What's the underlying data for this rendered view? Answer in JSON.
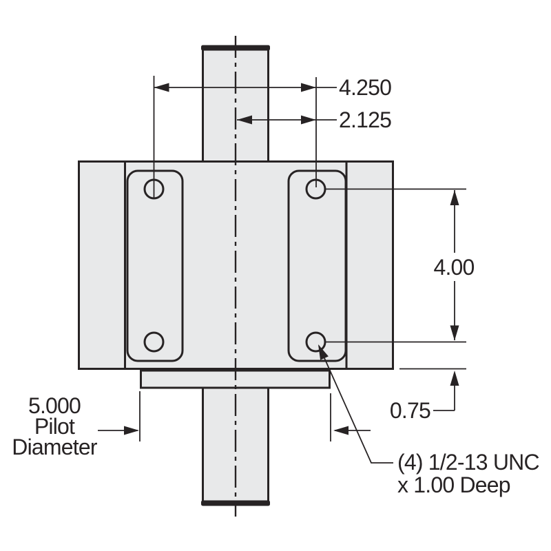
{
  "colors": {
    "background": "#ffffff",
    "part_fill": "#e8e9ea",
    "line": "#272324",
    "text": "#272324"
  },
  "labels": {
    "dim_hole_spacing_horizontal": "4.250",
    "dim_hole_to_centerline": "2.125",
    "dim_hole_spacing_vertical": "4.00",
    "dim_pilot_depth": "0.75",
    "pilot_diameter_line1": "5.000",
    "pilot_diameter_line2": "Pilot",
    "pilot_diameter_line3": "Diameter",
    "thread_note_line1": "(4) 1/2-13 UNC",
    "thread_note_line2": "x 1.00 Deep"
  }
}
